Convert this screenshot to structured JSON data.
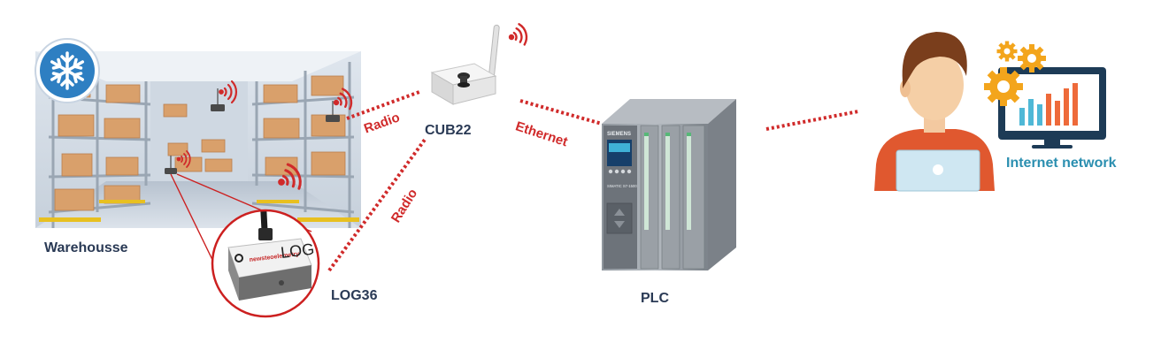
{
  "nodes": {
    "warehouse": {
      "label": "Warehousse"
    },
    "log36": {
      "label": "LOG36",
      "device_text": "LOG",
      "brand_text": "newsteoelemetry"
    },
    "cub22": {
      "label": "CUB22"
    },
    "plc": {
      "label": "PLC",
      "brand_text": "SIEMENS",
      "model_text": "SIMATIC S7-1500"
    },
    "user": {
      "label": "Internet network"
    }
  },
  "links": {
    "warehouse_cub22": {
      "label": "Radio"
    },
    "log36_cub22": {
      "label": "Radio"
    },
    "cub22_plc": {
      "label": "Ethernet"
    }
  },
  "colors": {
    "link_dots": "#d02a2a",
    "label_dark": "#2a3a55",
    "label_accent": "#2b8fb0",
    "snowflake_badge": "#2e7fc2",
    "zoom_circle": "#cc2020"
  },
  "icons": [
    "snowflake-icon",
    "wifi-signal-icon",
    "gear-icon",
    "bar-chart-icon"
  ]
}
